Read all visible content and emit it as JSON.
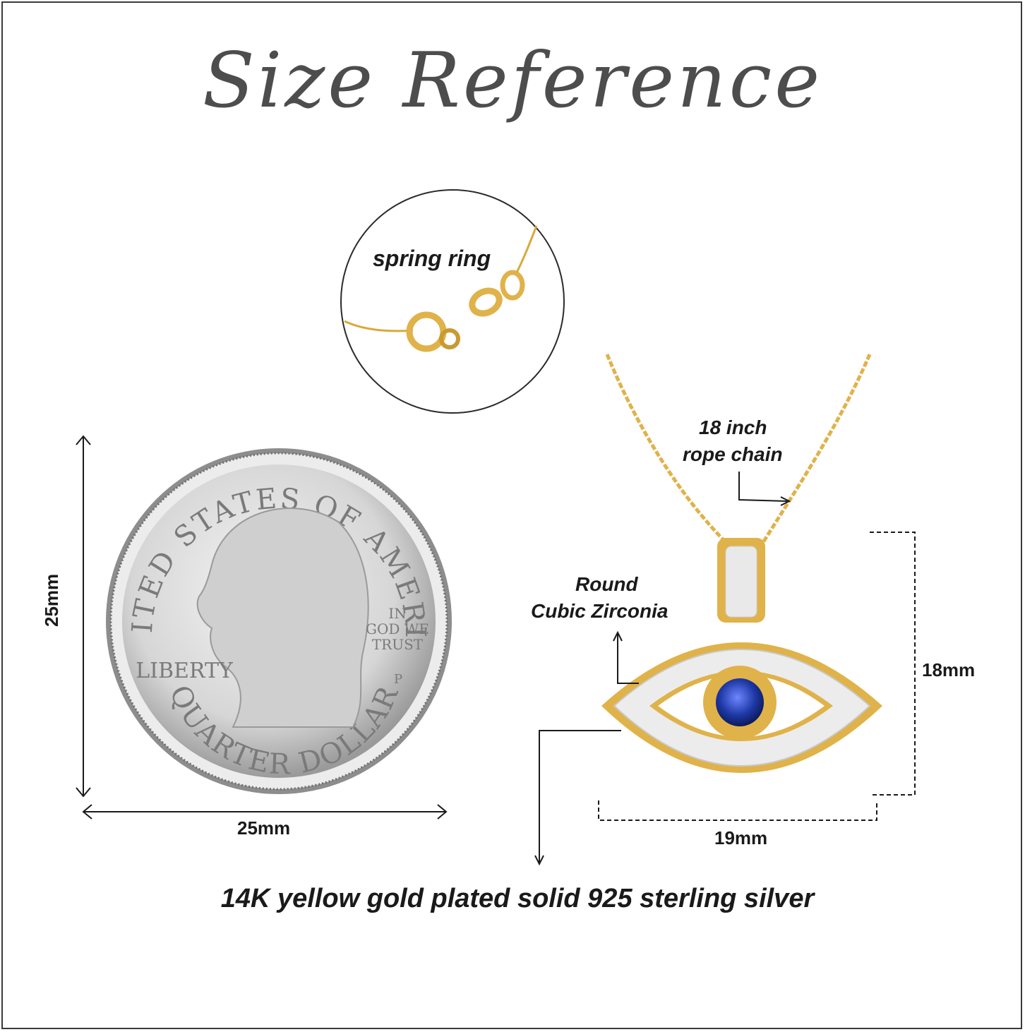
{
  "title": "Size Reference",
  "clasp": {
    "label": "spring ring"
  },
  "coin": {
    "top_legend": "UNITED STATES OF AMERICA",
    "bottom_legend": "QUARTER DOLLAR",
    "liberty": "LIBERTY",
    "motto_line1": "IN",
    "motto_line2": "GOD WE",
    "motto_line3": "TRUST",
    "mint_mark": "P",
    "height_label": "25mm",
    "width_label": "25mm"
  },
  "pendant": {
    "chain_label_line1": "18 inch",
    "chain_label_line2": "rope chain",
    "stone_label_line1": "Round",
    "stone_label_line2": "Cubic Zirconia",
    "height_label": "18mm",
    "width_label": "19mm"
  },
  "footer": "14K yellow gold plated solid 925 sterling silver",
  "colors": {
    "gold": "#e0b24a",
    "gold_dark": "#b8860b",
    "silver": "#c9c9c9",
    "sapphire": "#1f3aa8",
    "text": "#1a1a1a"
  }
}
